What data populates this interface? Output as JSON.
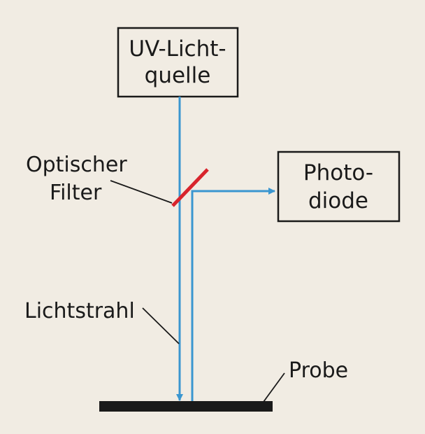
{
  "colors": {
    "background": "#f1ece3",
    "beam": "#3a96d0",
    "filter": "#d8242c",
    "sample": "#1a1a1a",
    "outline": "#1a1a1a"
  },
  "source_box": {
    "line1": "UV-Licht-",
    "line2": "quelle"
  },
  "photodiode_box": {
    "line1": "Photo-",
    "line2": "diode"
  },
  "labels": {
    "filter_line1": "Optischer",
    "filter_line2": "Filter",
    "beam": "Lichtstrahl",
    "sample": "Probe"
  }
}
